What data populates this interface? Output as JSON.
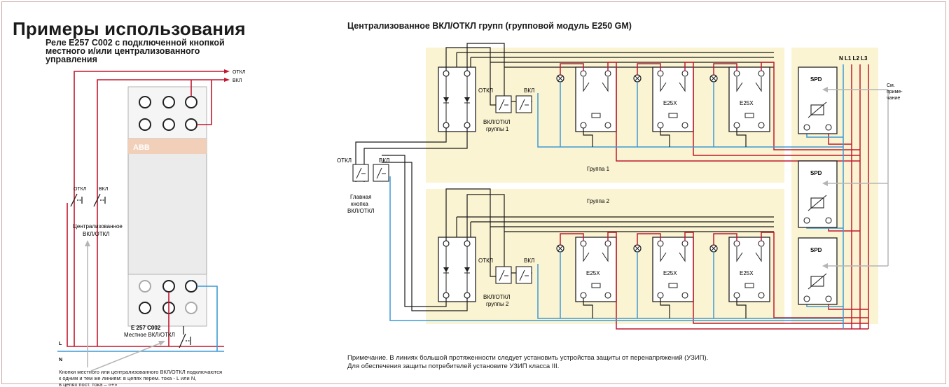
{
  "title": "Примеры использования",
  "subtitle": {
    "line1": "Реле E257 C002 с подключенной кнопкой",
    "line2": "местного и/или централизованного",
    "line3": "управления"
  },
  "left_diagram": {
    "off_label": "ОТКЛ",
    "on_label": "ВКЛ",
    "switch_off": "ОТКЛ",
    "switch_on": "ВКЛ",
    "central_line1": "Централизованное",
    "central_line2": "ВКЛ/ОТКЛ",
    "device_model": "E 257 C002",
    "local_label": "Местное ВКЛ/ОТКЛ",
    "line_L": "L",
    "line_N": "N",
    "brand": "ABB"
  },
  "footnote": {
    "line1": "Кнопки местного или централизованного ВКЛ/ОТКЛ подключаются",
    "line2": "к одним и тем же линиям: в цепях перем. тока - L или N,",
    "line3": "в цепях пост. тока – «+»"
  },
  "right_diagram": {
    "title": "Централизованное ВКЛ/ОТКЛ групп (групповой модуль E250 GM)",
    "group1": "Группа 1",
    "group2": "Группа 2",
    "off": "ОТКЛ",
    "on": "ВКЛ",
    "main_line1": "Главная",
    "main_line2": "кнопка",
    "main_line3": "ВКЛ/ОТКЛ",
    "g1_line1": "ВКЛ/ОТКЛ",
    "g1_line2": "группы 1",
    "g2_line1": "ВКЛ/ОТКЛ",
    "g2_line2": "группы 2",
    "relay": "E25X",
    "spd": "SPD",
    "phases": "N L1 L2 L3",
    "see1": "См.",
    "see2": "приме-",
    "see3": "чание"
  },
  "note": {
    "line1": "Примечание. В линиях большой протяженности следует установить устройства защиты от перенапряжений (УЗИП).",
    "line2": "Для обеспечения защиты потребителей установите УЗИП класса III."
  },
  "colors": {
    "red": "#c0182f",
    "blue": "#3d9ad6",
    "panel": "#fbf4d2",
    "black": "#1a1a1a",
    "brand": "#f1cfb8"
  }
}
